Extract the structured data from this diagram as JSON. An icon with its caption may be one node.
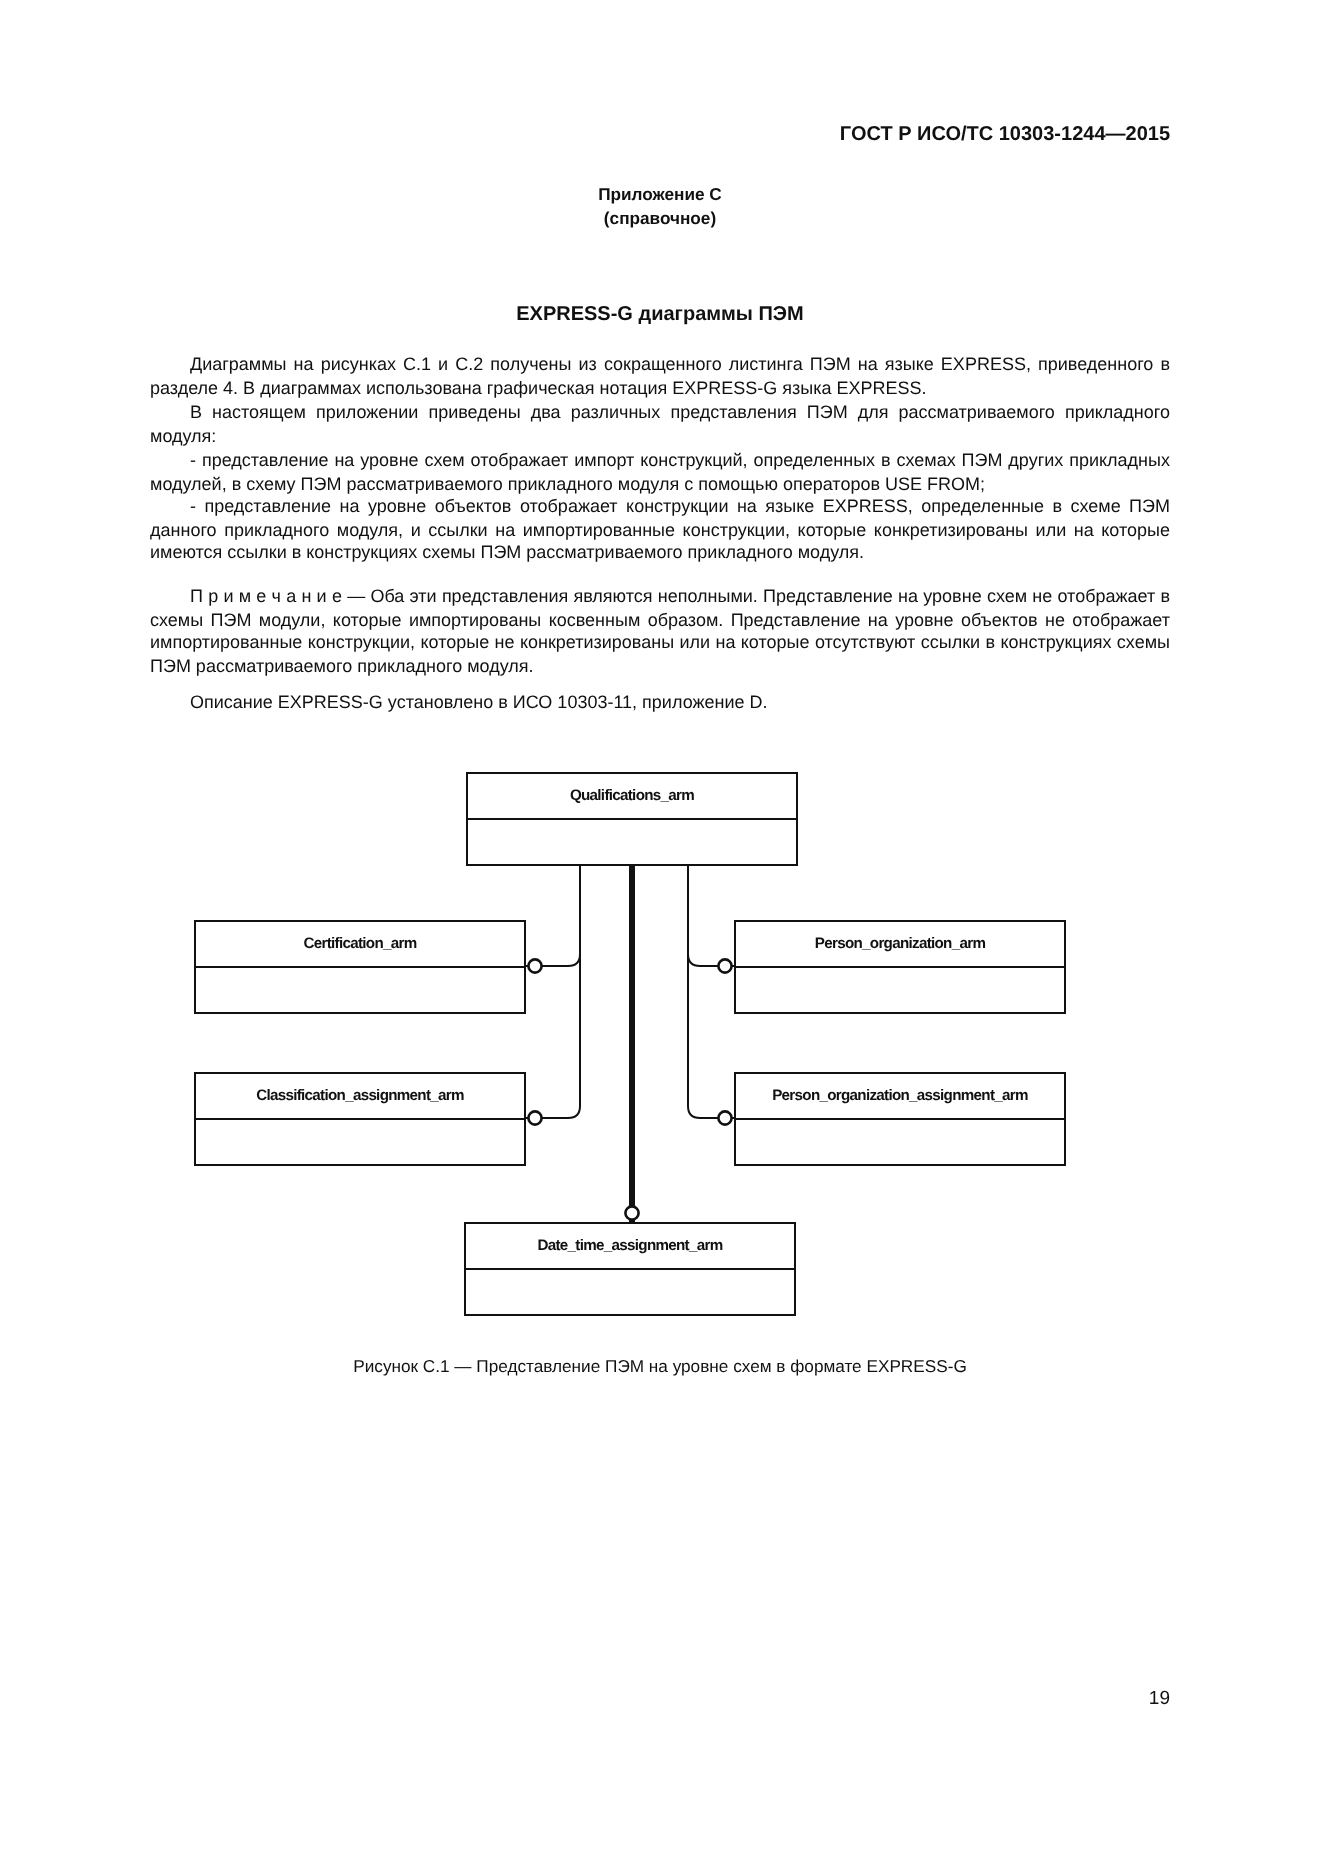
{
  "diagram": {
    "title": "EXPRESS-G диаграммы ПЭМ",
    "caption": "Рисунок С.1 — Представление ПЭМ на уровне схем в формате EXPRESS-G",
    "nodes": [
      {
        "text": [
          "Qualifications_arm"
        ]
      },
      {
        "text": [
          "Certification_arm"
        ]
      },
      {
        "text": [
          "Person_organization_arm"
        ]
      },
      {
        "text": [
          "Classification_assignment_arm"
        ]
      },
      {
        "text": [
          "Person_organization_assignment_arm"
        ]
      },
      {
        "text": [
          "Date_time_assignment_arm"
        ]
      }
    ],
    "edges": [
      {
        "from": 0,
        "to": 1,
        "arrow": "other"
      },
      {
        "from": 0,
        "to": 2,
        "arrow": "other"
      },
      {
        "from": 0,
        "to": 3,
        "arrow": "other"
      },
      {
        "from": 0,
        "to": 4,
        "arrow": "other"
      },
      {
        "from": 0,
        "to": 5,
        "arrow": "other",
        "style": "thick"
      }
    ],
    "labels": [
      "ГОСТ Р ИСО/ТС 10303-1244—2015",
      "Приложение С",
      "(справочное)",
      "Диаграммы на рисунках С.1 и С.2 получены из сокращенного листинга ПЭМ на языке EXPRESS, приведенного в разделе 4. В диаграммах использована графическая нотация EXPRESS-G языка EXPRESS.",
      "В настоящем приложении приведены два различных представления ПЭМ для рассматриваемого прикладного модуля:",
      "- представление на уровне схем отображает импорт конструкций, определенных в схемах ПЭМ других прикладных модулей, в схему ПЭМ рассматриваемого прикладного модуля с помощью операторов USE FROM;",
      "- представление на уровне объектов отображает конструкции на языке EXPRESS, определенные в схеме ПЭМ данного прикладного модуля, и ссылки на импортированные конструкции, которые конкретизированы или на которые имеются ссылки в конструкциях схемы ПЭМ рассматриваемого прикладного модуля.",
      "П р и м е ч а н и е — Оба эти представления являются неполными. Представление на уровне схем не отображает в схемы ПЭМ модули, которые импортированы косвенным образом. Представление на уровне объектов не отображает импортированные конструкции, которые не конкретизированы или на которые отсутствуют ссылки в конструкциях схемы ПЭМ рассматриваемого прикладного модуля.",
      "Описание EXPRESS-G установлено в ИСО 10303-11, приложение D.",
      "19"
    ]
  }
}
